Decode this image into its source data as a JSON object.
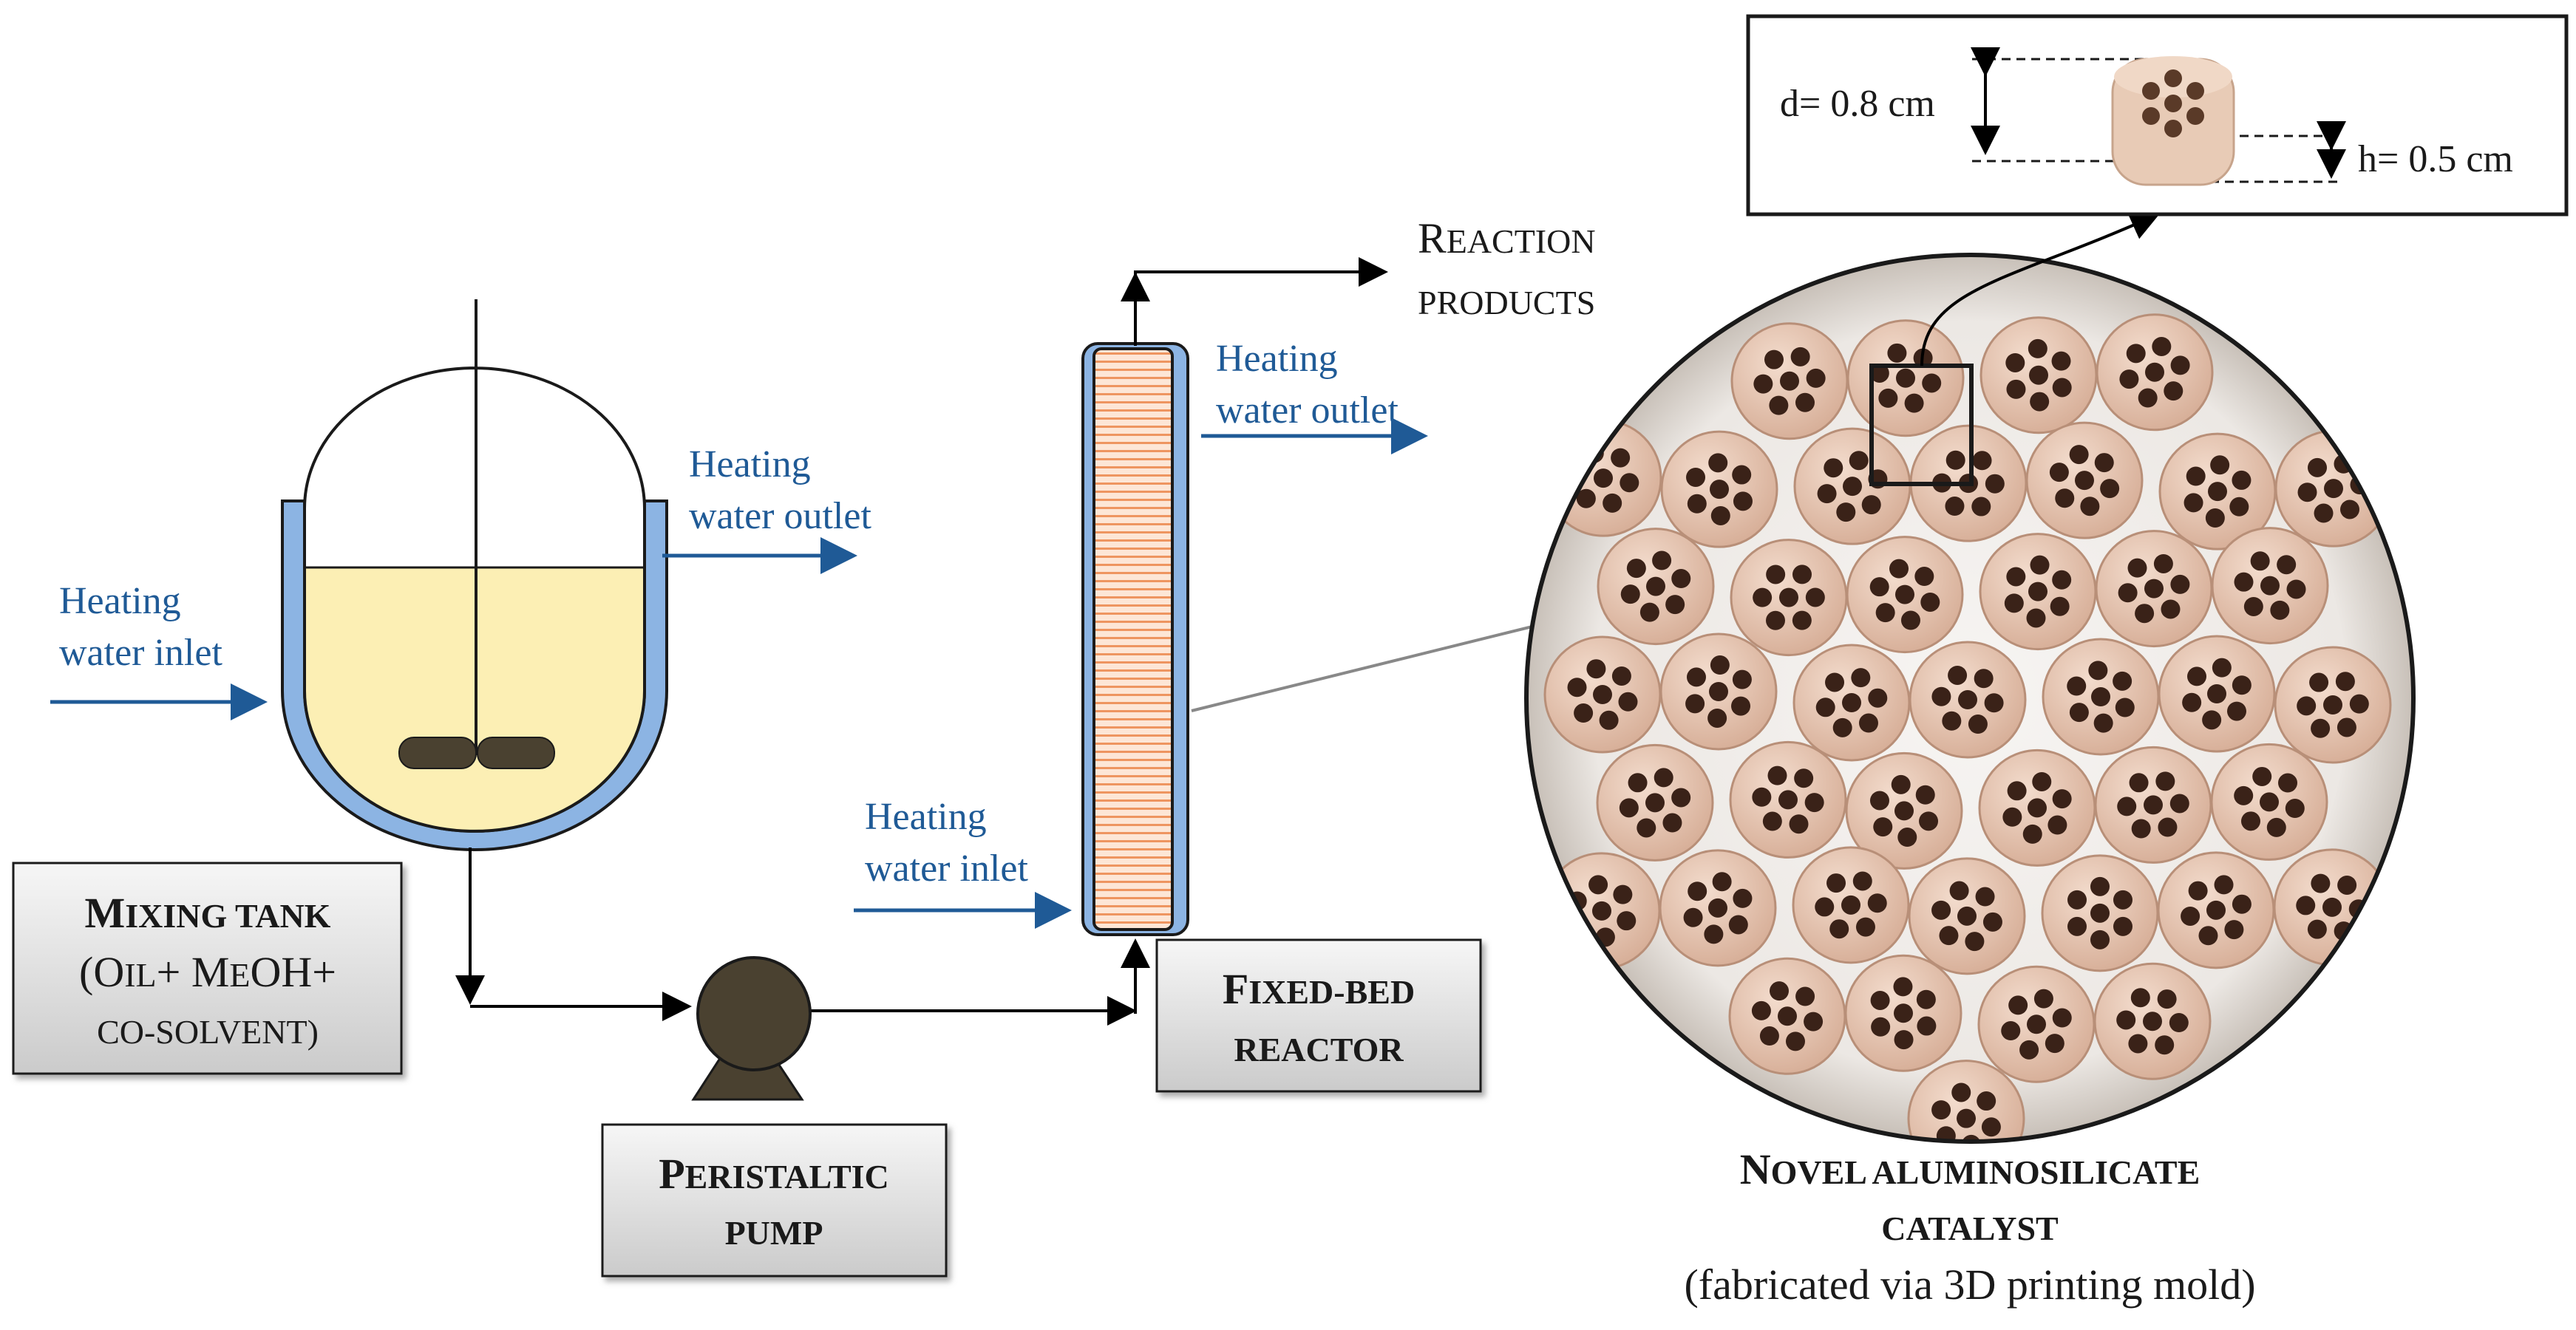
{
  "colors": {
    "water_blue": "#8cb4e3",
    "arrow_blue": "#1f5a96",
    "liquid_yellow": "#fcefb4",
    "impeller_brown": "#4a4130",
    "bed_orange": "#f0a070",
    "box_gradient_top": "#f4f4f4",
    "box_gradient_bottom": "#cfcfcf",
    "catalyst_pink": "#e4c2ae",
    "catalyst_hole": "#3a2218"
  },
  "mixing_tank": {
    "label_line1_cap": "M",
    "label_line1_rest": "IXING TANK",
    "label_line2_open": "(",
    "label_line2_o": "O",
    "label_line2_il": "IL",
    "label_line2_plus1": "+ ",
    "label_line2_m": "M",
    "label_line2_e": "E",
    "label_line2_oh": "OH+",
    "label_line3": "CO-SOLVENT)",
    "inlet_line1": "Heating",
    "inlet_line2": "water inlet",
    "outlet_line1": "Heating",
    "outlet_line2": "water outlet"
  },
  "pump": {
    "label_line1_cap": "P",
    "label_line1_rest": "ERISTALTIC",
    "label_line2": "PUMP"
  },
  "reactor": {
    "label_line1_cap": "F",
    "label_line1_rest": "IXED-BED",
    "label_line2": "REACTOR",
    "inlet_line1": "Heating",
    "inlet_line2": "water inlet",
    "outlet_line1": "Heating",
    "outlet_line2": "water outlet"
  },
  "products": {
    "line1_cap": "R",
    "line1_rest": "EACTION",
    "line2": "PRODUCTS"
  },
  "catalyst": {
    "label_line1_cap": "N",
    "label_line1_rest": "OVEL ALUMINOSILICATE",
    "label_line2": "CATALYST",
    "label_line3": "(fabricated via 3D printing mold)",
    "diameter_label": "d= 0.8 cm",
    "height_label": "h= 0.5 cm"
  }
}
